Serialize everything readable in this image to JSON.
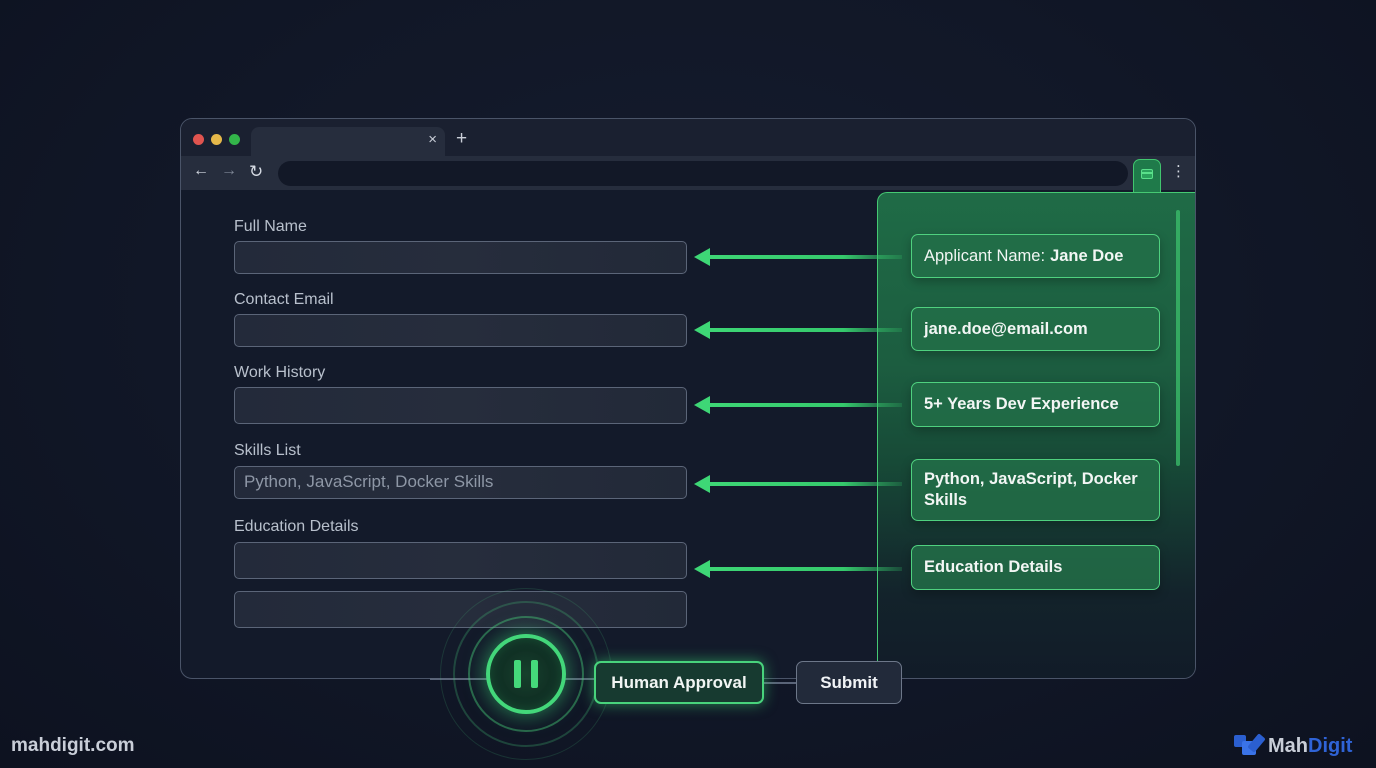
{
  "browser": {
    "tab": {
      "title": "",
      "close_icon": "×"
    },
    "new_tab_icon": "+",
    "nav": {
      "back_icon": "←",
      "forward_icon": "→",
      "reload_icon": "↻"
    },
    "address_bar": {
      "value": ""
    },
    "menu_icon": "⋮"
  },
  "form": {
    "fields": [
      {
        "label": "Full Name",
        "value": "",
        "placeholder": ""
      },
      {
        "label": "Contact Email",
        "value": "",
        "placeholder": ""
      },
      {
        "label": "Work History",
        "value": "",
        "placeholder": ""
      },
      {
        "label": "Skills List",
        "value": "",
        "placeholder": "Python, JavaScript, Docker Skills"
      },
      {
        "label": "Education Details",
        "value": "",
        "placeholder": ""
      },
      {
        "label": "",
        "value": "",
        "placeholder": ""
      }
    ]
  },
  "extension_panel": {
    "chips": [
      {
        "prefix": "Applicant Name:",
        "value": "Jane Doe"
      },
      {
        "prefix": "",
        "value": "jane.doe@email.com"
      },
      {
        "prefix": "",
        "value": "5+ Years Dev Experience"
      },
      {
        "prefix": "",
        "value": "Python, JavaScript, Docker Skills"
      },
      {
        "prefix": "",
        "value": "Education Details"
      }
    ]
  },
  "workflow": {
    "pause_icon": "pause",
    "human_approval_label": "Human Approval",
    "submit_label": "Submit"
  },
  "footer": {
    "website": "mahdigit.com",
    "brand_part1": "Mah",
    "brand_part2": "Digit"
  },
  "colors": {
    "accent_green": "#43d77a",
    "background": "#111727",
    "brand_blue": "#2f63d6"
  }
}
